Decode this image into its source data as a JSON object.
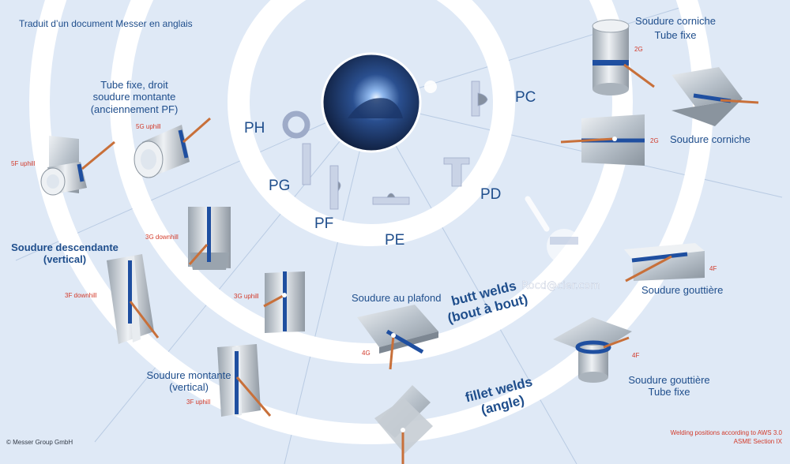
{
  "header": {
    "note": "Traduit d’un document Messer en anglais"
  },
  "positions": {
    "pc": "PC",
    "pd": "PD",
    "pe": "PE",
    "pf": "PF",
    "pg": "PG",
    "ph": "PH"
  },
  "labels": {
    "corniche_tube_line1": "Soudure corniche",
    "corniche_tube_line2": "Tube fixe",
    "corniche": "Soudure corniche",
    "tube_montante_line1": "Tube fixe, droit",
    "tube_montante_line2": "soudure montante",
    "tube_montante_line3": "(anciennement PF)",
    "descendante_line1": "Soudure descendante",
    "descendante_line2": "(vertical)",
    "plafond": "Soudure au plafond",
    "montante_line1": "Soudure montante",
    "montante_line2": "(vertical)",
    "gouttiere": "Soudure gouttière",
    "gouttiere_tube_line1": "Soudure gouttière",
    "gouttiere_tube_line2": "Tube fixe"
  },
  "bands": {
    "butt_line1": "butt welds",
    "butt_line2": "(bout à bout)",
    "fillet_line1": "fillet welds",
    "fillet_line2": "(angle)"
  },
  "codes": {
    "c2g_top": "2G",
    "c2g_mid": "2G",
    "c5g": "5G uphill",
    "c5f": "5F uphill",
    "c3g_down": "3G downhill",
    "c3f_down": "3F downhill",
    "c3g_up": "3G uphill",
    "c4g": "4G",
    "c3f_up": "3F uphill",
    "c4f_a": "4F",
    "c4f_b": "4F"
  },
  "watermark": {
    "text": "Rocd@cier.com"
  },
  "footer": {
    "copyright": "© Messer Group GmbH",
    "note_line1": "Welding positions according to AWS 3.0",
    "note_line2": "ASME Section IX"
  },
  "colors": {
    "background": "#dfe9f6",
    "band": "#ffffff",
    "label": "#1f4e8c",
    "code": "#d23a2a",
    "weld_seam": "#1f4fa0",
    "electrode": "#c8703a",
    "steel": "#b7c0c9"
  }
}
